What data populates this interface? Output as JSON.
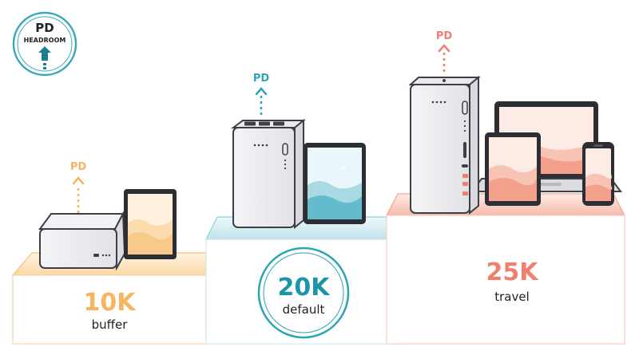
{
  "badge": {
    "line1": "PD",
    "line2": "HEADROOM"
  },
  "tiers": [
    {
      "key": "10k",
      "capacity": "10K",
      "name": "buffer",
      "pd_label": "PD",
      "color": "#f7b562"
    },
    {
      "key": "20k",
      "capacity": "20K",
      "name": "default",
      "pd_label": "PD",
      "color": "#2ea5b4"
    },
    {
      "key": "25k",
      "capacity": "25K",
      "name": "travel",
      "pd_label": "PD",
      "color": "#f07f6e"
    }
  ],
  "icons": [
    "power-bank-icon",
    "tablet-icon",
    "laptop-icon",
    "phone-icon",
    "arrow-up-icon"
  ]
}
